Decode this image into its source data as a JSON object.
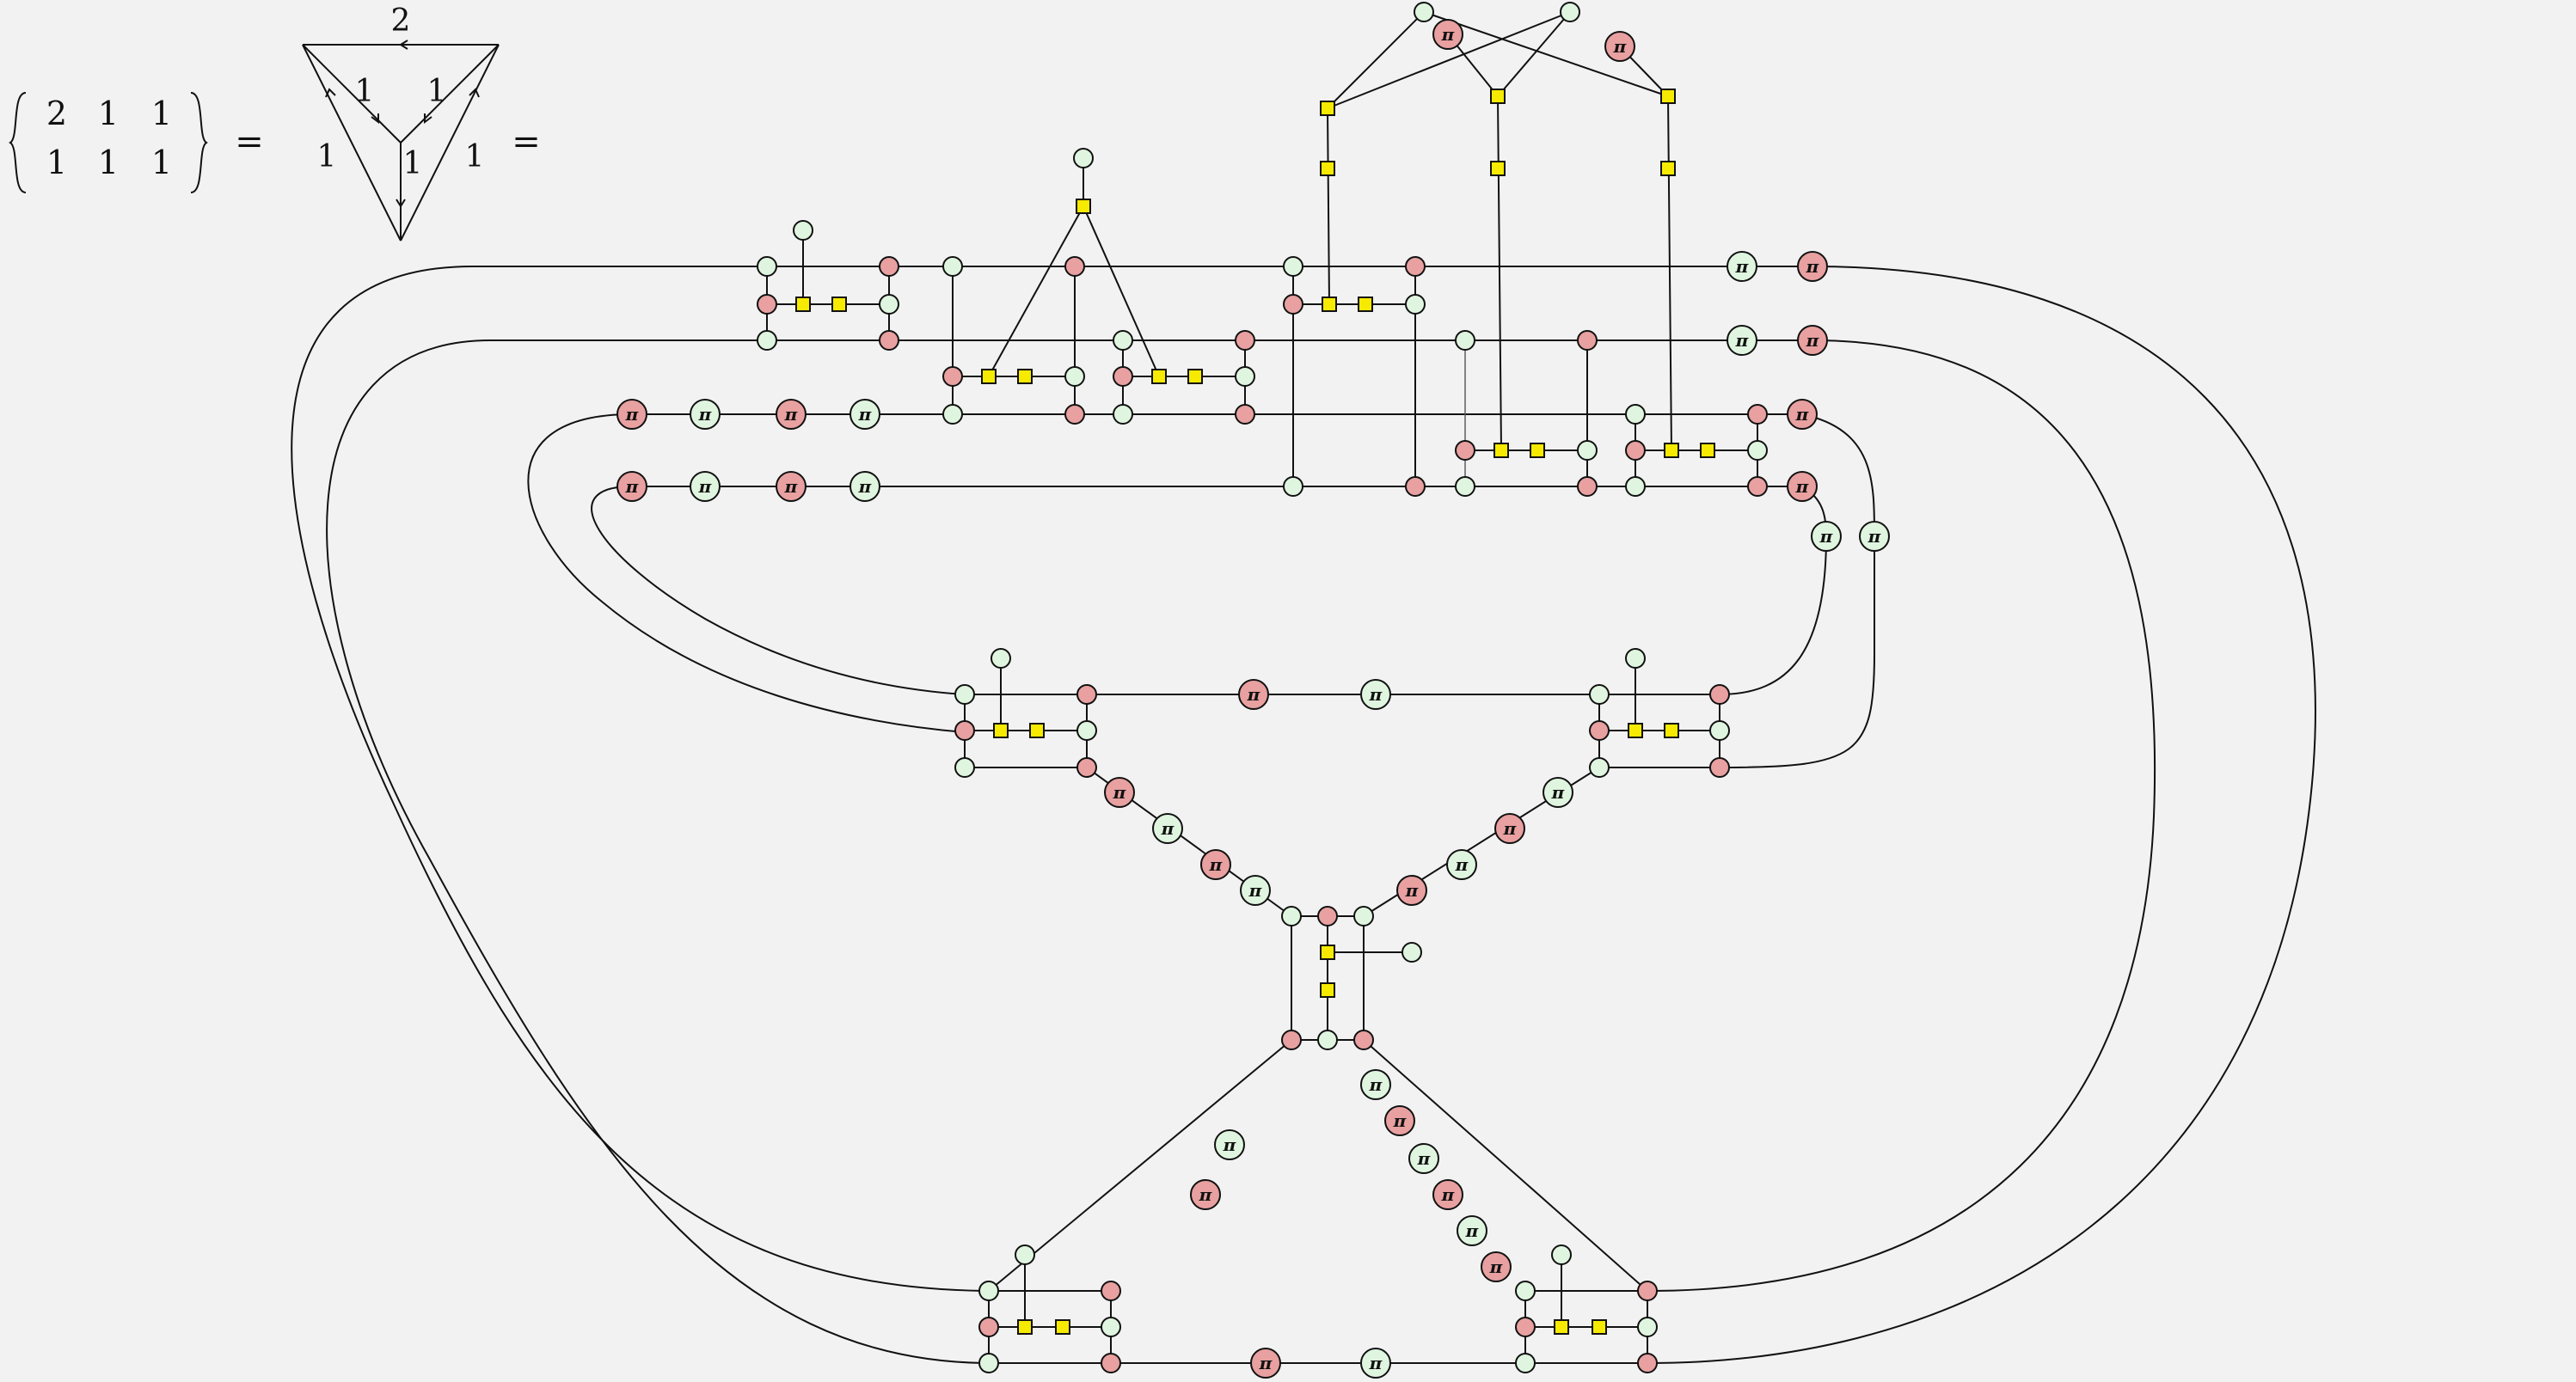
{
  "equation": {
    "symbol_matrix": {
      "row1": [
        "2",
        "1",
        "1"
      ],
      "row2": [
        "1",
        "1",
        "1"
      ]
    },
    "equals": "=",
    "tetrahedron_labels": {
      "top": "2",
      "inner_left": "1",
      "inner_right": "1",
      "outer_left": "1",
      "center": "1",
      "outer_right": "1"
    }
  },
  "phase_label": "π",
  "colors": {
    "background": "#f2f2f2",
    "green_spider": "#dff5df",
    "red_spider": "#e8a0a0",
    "hadamard": "#f6ea00",
    "wire": "#111111"
  }
}
